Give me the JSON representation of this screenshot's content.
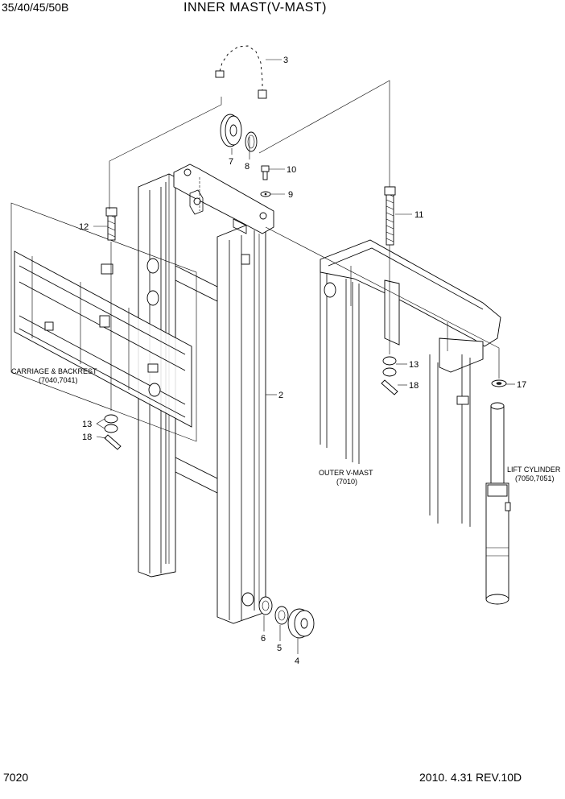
{
  "header": {
    "model": "35/40/45/50B",
    "title": "INNER  MAST(V-MAST)"
  },
  "footer": {
    "page": "7020",
    "date_rev": "2010. 4.31  REV.10D"
  },
  "callouts": {
    "c1": "3",
    "c2": "7",
    "c3": "8",
    "c4": "10",
    "c5": "9",
    "c6": "11",
    "c7": "12",
    "c8": "2",
    "c9": "13",
    "c10": "18",
    "c11": "13",
    "c12": "18",
    "c13": "17",
    "c14": "6",
    "c15": "5",
    "c16": "4"
  },
  "captions": {
    "carriage_line1": "CARRIAGE & BACKREST",
    "carriage_line2": "(7040,7041)",
    "outer_line1": "OUTER V-MAST",
    "outer_line2": "(7010)",
    "cylinder_line1": "LIFT CYLINDER",
    "cylinder_line2": "(7050,7051)"
  }
}
